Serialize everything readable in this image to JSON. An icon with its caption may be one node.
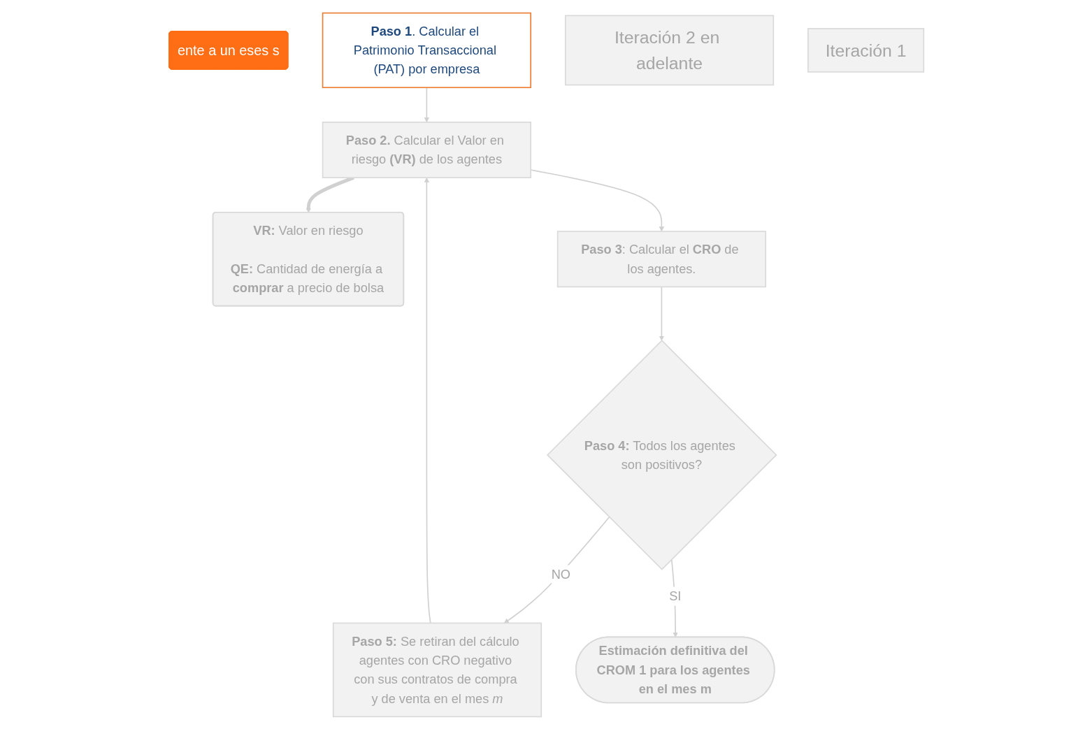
{
  "diagram": {
    "nodes": [
      {
        "text": [
          "ente a un eses s"
        ]
      },
      {
        "text": [
          "**Paso 1**. Calcular el Patrimonio Transaccional (PAT) por empresa"
        ]
      },
      {
        "text": [
          "Iteración 2 en adelante"
        ]
      },
      {
        "text": [
          "**Paso 2.** Calcular el Valor en riesgo **(VR)** de los agentes"
        ]
      },
      {
        "text": [
          "**VR:** Valor en riesgo",
          "**QE:** Cantidad de energía a **comprar** a precio de bolsa"
        ]
      },
      {
        "text": [
          "**Paso 3**: Calcular el **CRO** de los agentes."
        ]
      },
      {
        "text": [
          "**Paso 5:** Se retiran del cálculo agentes con CRO negativo con sus contratos de compra y de venta en el mes *m*"
        ]
      },
      {
        "text": [
          "**Paso 4:** Todos los agentes son positivos?"
        ]
      },
      {
        "text": [
          "Iteración 1"
        ]
      },
      {
        "text": [
          "**Estimación definitiva del CROM 1 para los agentes en el mes m**"
        ]
      }
    ],
    "edges": [
      {
        "from": 1,
        "to": 3,
        "arrow": "to"
      },
      {
        "from": 3,
        "to": 4,
        "arrow": "to",
        "style": "thick"
      },
      {
        "from": 3,
        "to": 5,
        "arrow": "to"
      },
      {
        "from": 5,
        "to": 7,
        "arrow": "to"
      },
      {
        "from": 7,
        "to": 6,
        "arrow": "to",
        "label": "NO"
      },
      {
        "from": 7,
        "to": 9,
        "arrow": "to",
        "label": "SI"
      },
      {
        "from": 6,
        "to": 3,
        "arrow": "to"
      }
    ]
  }
}
